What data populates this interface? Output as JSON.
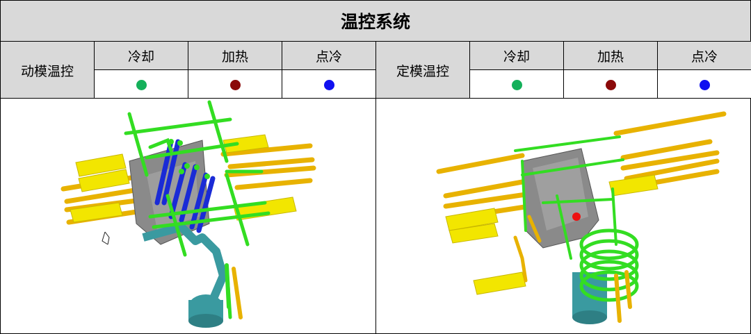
{
  "title": "温控系统",
  "moving": {
    "label": "动模温控",
    "channels": [
      {
        "label": "冷却",
        "color": "#14b05a"
      },
      {
        "label": "加热",
        "color": "#8b0a0a"
      },
      {
        "label": "点冷",
        "color": "#1010f0"
      }
    ]
  },
  "fixed": {
    "label": "定模温控",
    "channels": [
      {
        "label": "冷却",
        "color": "#14b05a"
      },
      {
        "label": "加热",
        "color": "#8b0a0a"
      },
      {
        "label": "点冷",
        "color": "#1010f0"
      }
    ]
  },
  "palette": {
    "cooling_pipe": "#33dd22",
    "heating_pipe": "#e8b200",
    "connector": "#f2e600",
    "spot_cooling_pipe": "#1a2bd6",
    "mold_body": "#8a8a8a",
    "runner": "#3a9aa0",
    "heat_point": "#ee1111"
  }
}
